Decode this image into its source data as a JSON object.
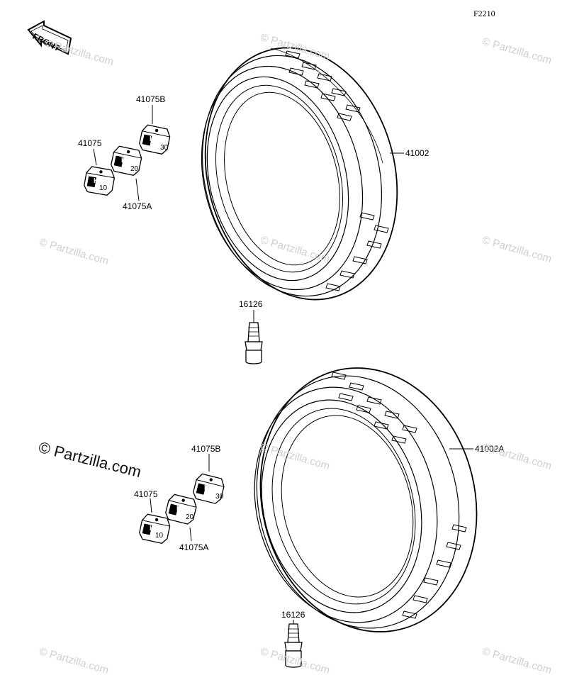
{
  "figure_code": "F2210",
  "front_arrow_text": "FRONT",
  "brand_text": "© Partzilla.com",
  "watermark_text": "© Partzilla.com",
  "parts": {
    "upper_tire": "41002",
    "lower_tire": "41002A",
    "upper_valve": "16126",
    "lower_valve": "16126",
    "upper_weight_b": "41075B",
    "upper_weight": "41075",
    "upper_weight_a": "41075A",
    "lower_weight_b": "41075B",
    "lower_weight": "41075",
    "lower_weight_a": "41075A"
  },
  "weight_marks": {
    "k": "K",
    "w10": "10",
    "w20": "20",
    "w30": "30"
  }
}
